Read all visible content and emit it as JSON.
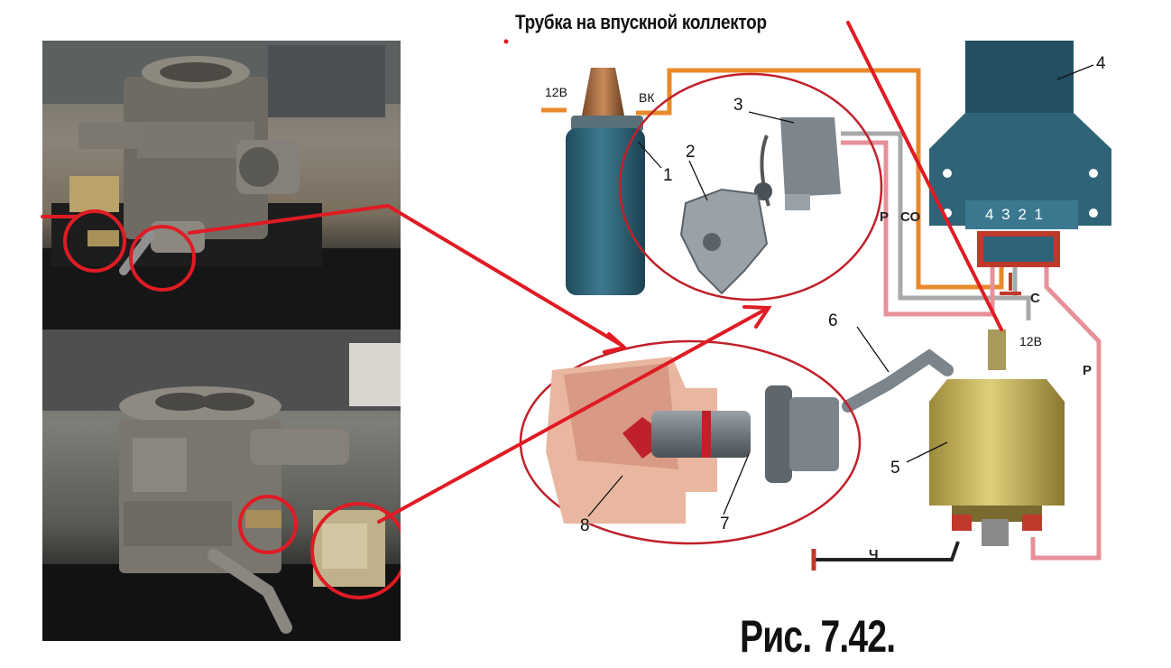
{
  "heading": "Трубка на впускной коллектор",
  "caption": "Рис. 7.42.",
  "labels": {
    "n1": "1",
    "n2": "2",
    "n3": "3",
    "n4": "4",
    "n5": "5",
    "n6": "6",
    "n7": "7",
    "n8": "8",
    "v12_left": "12В",
    "vk": "ВК",
    "v12_bottom": "12В",
    "wire_p": "Р",
    "wire_co": "СО",
    "wire_c": "С",
    "wire_p_right": "Р",
    "wire_ch": "Ч",
    "pins": "4 3 2 1"
  },
  "colors": {
    "annotation_red": "#e01b24",
    "wire_orange": "#e8892a",
    "wire_pink": "#e6909a",
    "wire_gray": "#a9a9a9",
    "module_blue": "#2f6478",
    "coil_blue": "#2f6478",
    "brass": "#c9b45a"
  }
}
